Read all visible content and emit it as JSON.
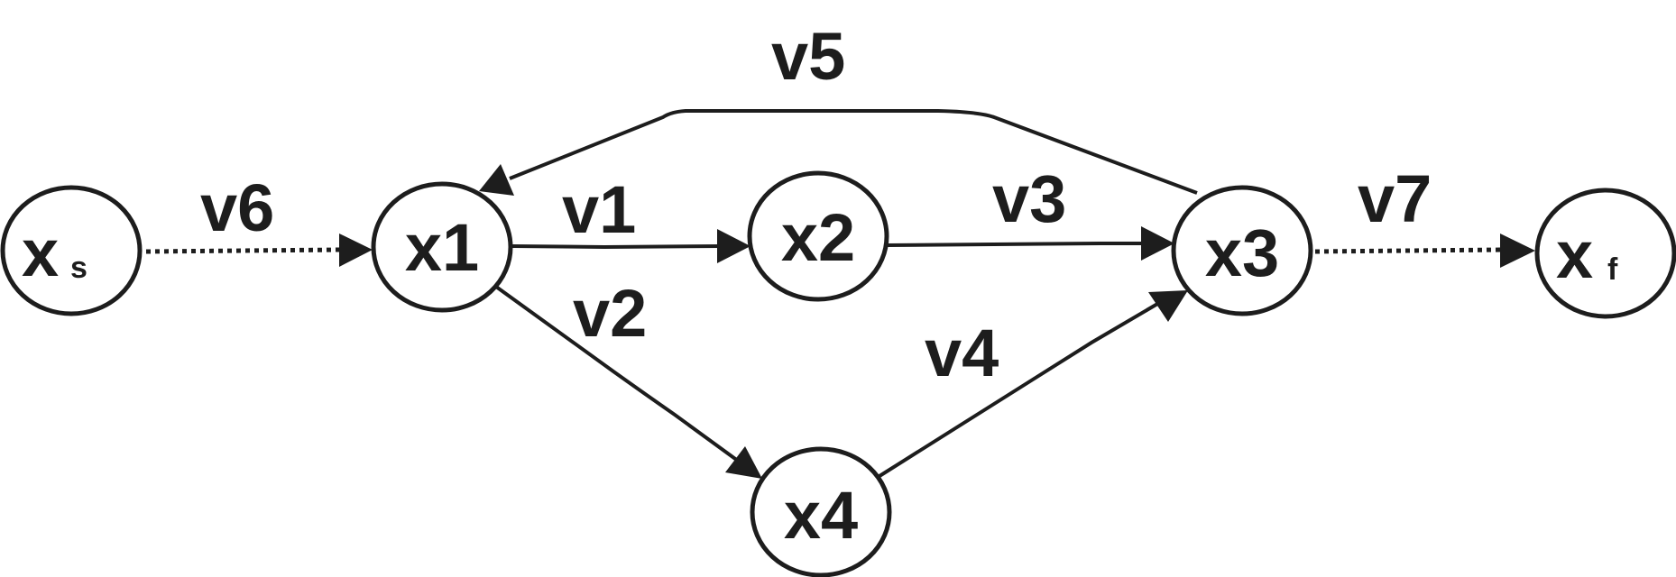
{
  "colors": {
    "stroke": "#1d1d1d",
    "background": "#ffffff"
  },
  "nodes": {
    "xs": {
      "label": "x",
      "sub": "s"
    },
    "x1": {
      "label": "x1"
    },
    "x2": {
      "label": "x2"
    },
    "x3": {
      "label": "x3"
    },
    "x4": {
      "label": "x4"
    },
    "xf": {
      "label": "x",
      "sub": "f"
    }
  },
  "edges": {
    "v1": {
      "label": "v1",
      "from": "x1",
      "to": "x2",
      "style": "solid"
    },
    "v2": {
      "label": "v2",
      "from": "x1",
      "to": "x4",
      "style": "solid"
    },
    "v3": {
      "label": "v3",
      "from": "x2",
      "to": "x3",
      "style": "solid"
    },
    "v4": {
      "label": "v4",
      "from": "x4",
      "to": "x3",
      "style": "solid"
    },
    "v5": {
      "label": "v5",
      "from": "x3",
      "to": "x1",
      "style": "solid"
    },
    "v6": {
      "label": "v6",
      "from": "xs",
      "to": "x1",
      "style": "dotted"
    },
    "v7": {
      "label": "v7",
      "from": "x3",
      "to": "xf",
      "style": "dotted"
    }
  }
}
